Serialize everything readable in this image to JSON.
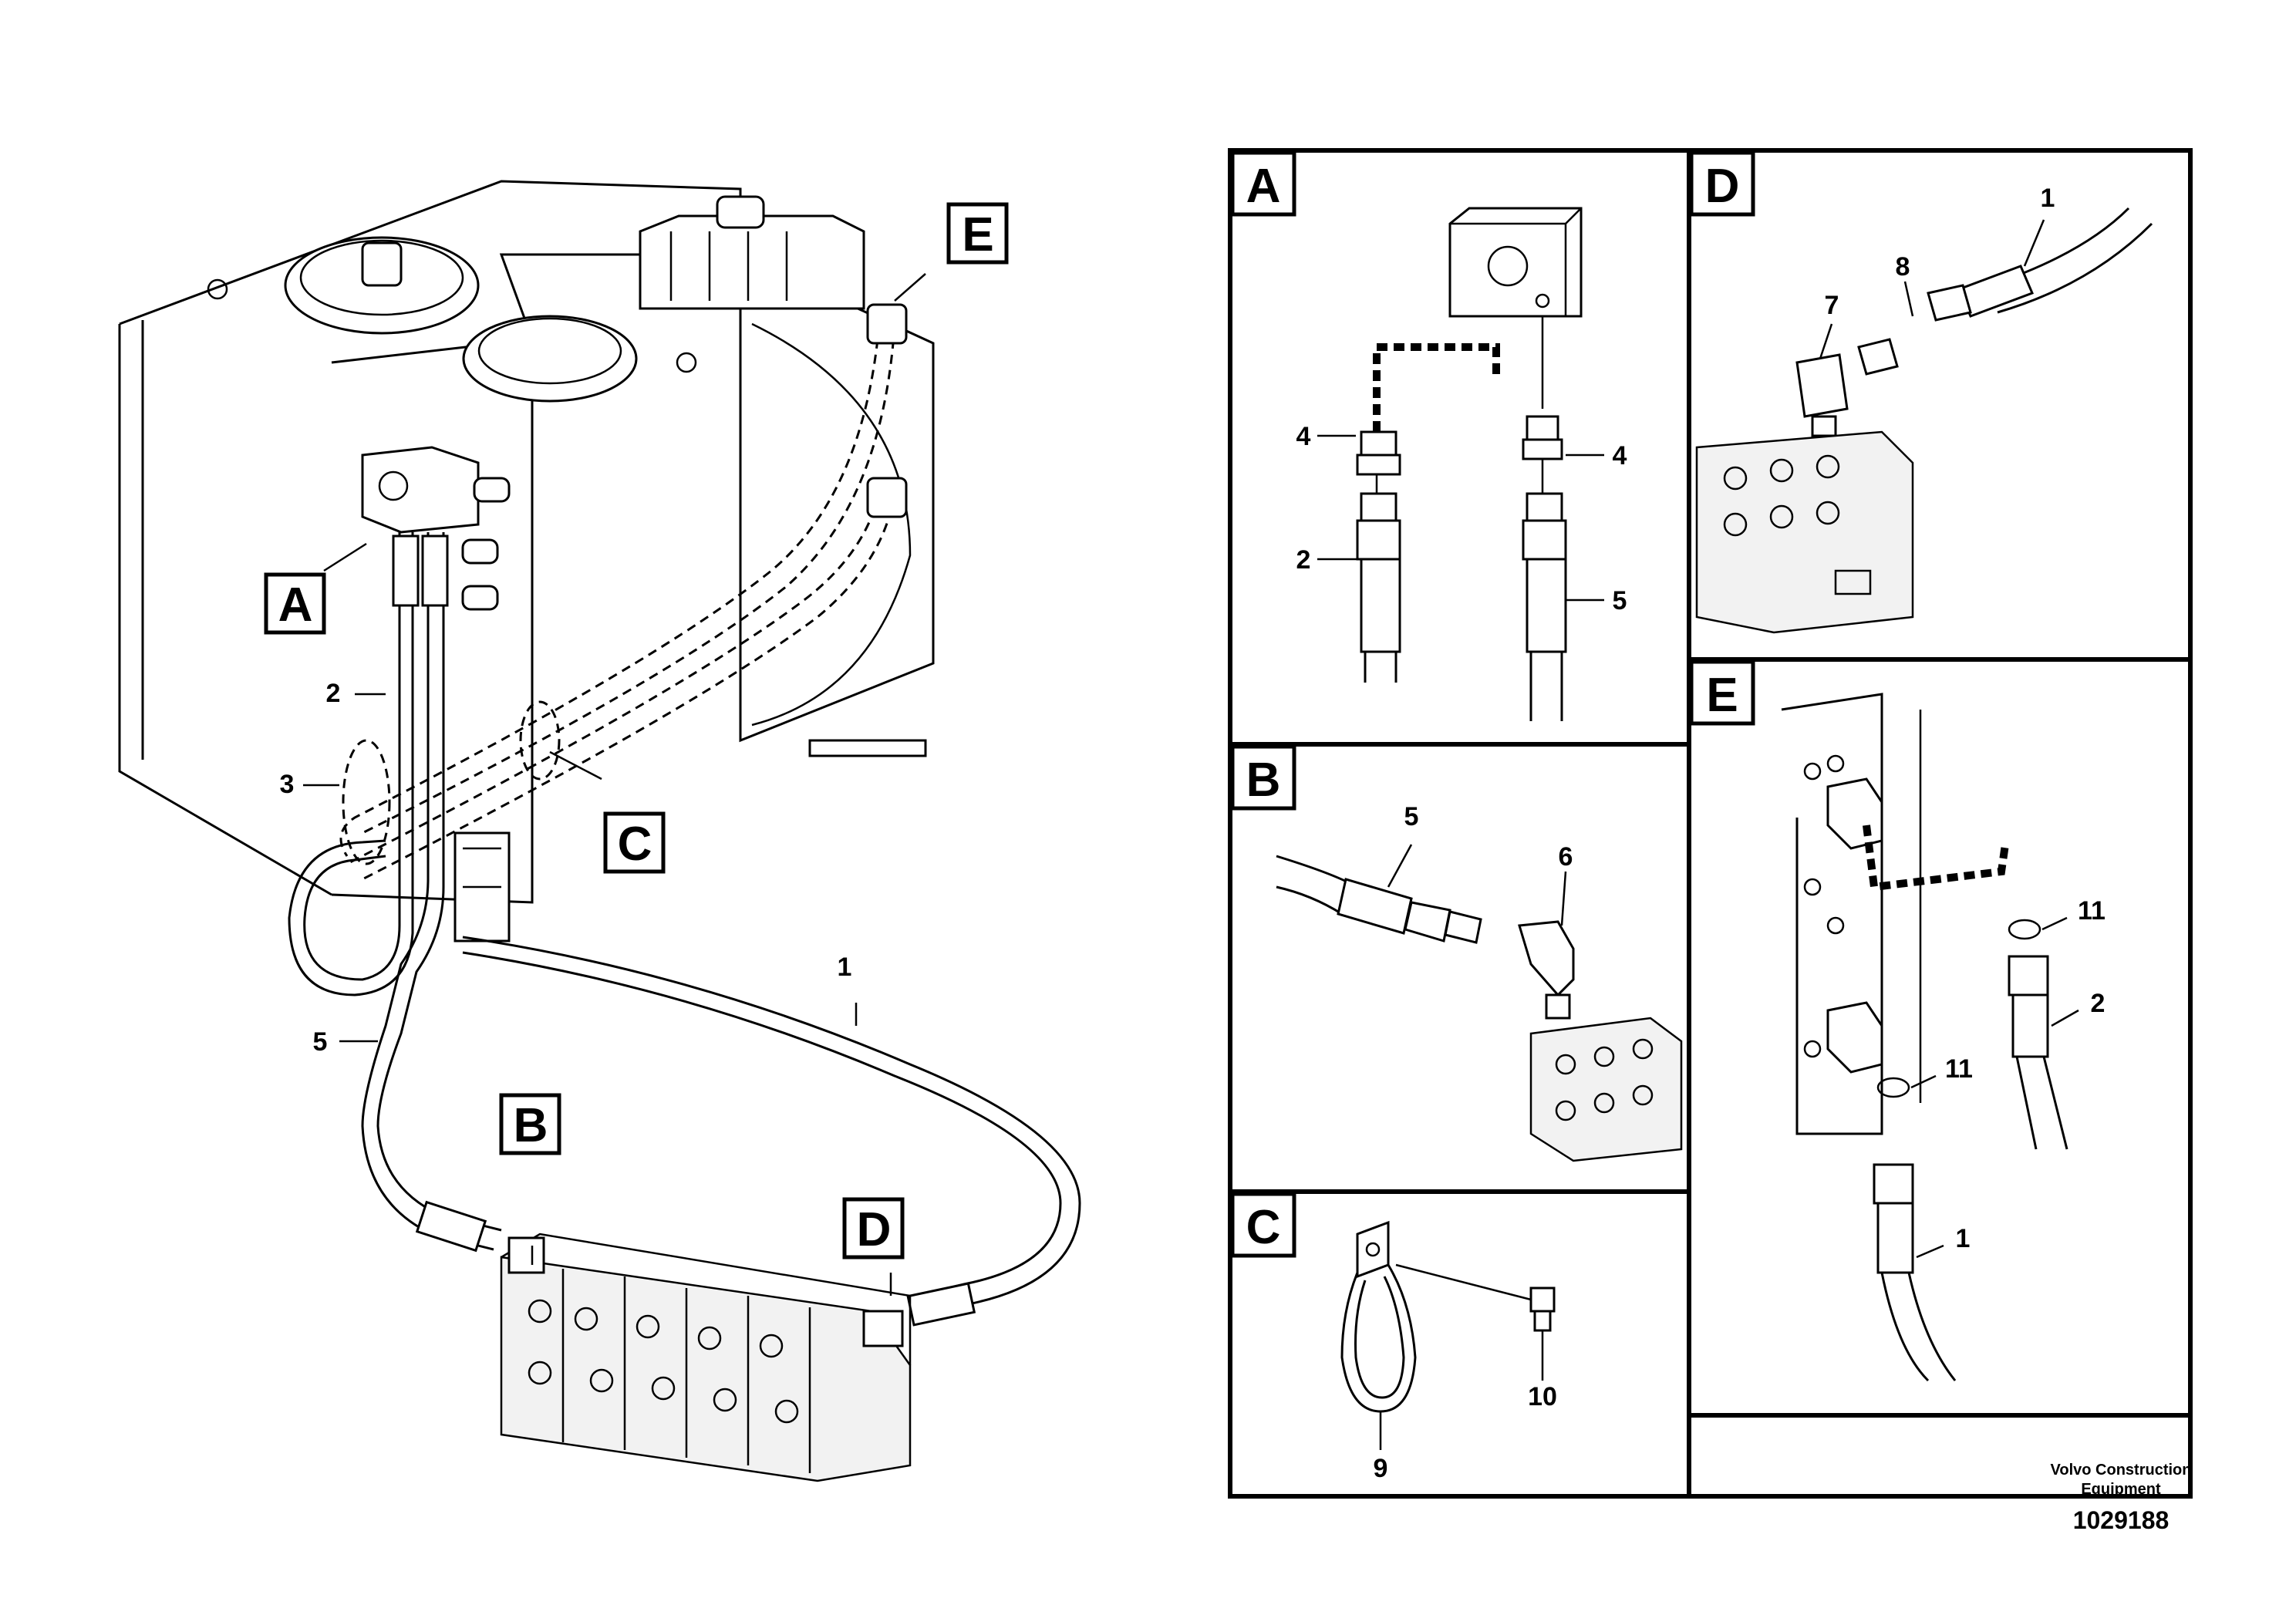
{
  "detail_tags": [
    "A",
    "B",
    "C",
    "D",
    "E"
  ],
  "main_view": {
    "callouts": {
      "c1": "1",
      "c2": "2",
      "c3": "3",
      "c5": "5"
    }
  },
  "detail_a": {
    "tag": "A",
    "callouts": [
      "4",
      "4",
      "2",
      "5"
    ]
  },
  "detail_b": {
    "tag": "B",
    "callouts": [
      "5",
      "6"
    ]
  },
  "detail_c": {
    "tag": "C",
    "callouts": [
      "10",
      "9"
    ]
  },
  "detail_d": {
    "tag": "D",
    "callouts": [
      "1",
      "8",
      "7"
    ]
  },
  "detail_e": {
    "tag": "E",
    "callouts": [
      "11",
      "2",
      "11",
      "1"
    ]
  },
  "footer": {
    "company_line1": "Volvo Construction",
    "company_line2": "Equipment",
    "drawing_number": "1029188"
  }
}
